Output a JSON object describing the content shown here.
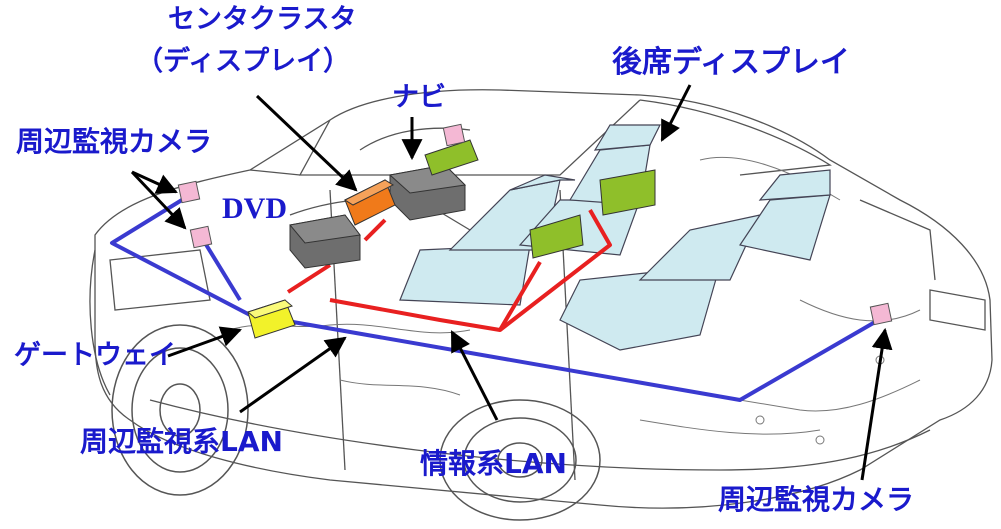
{
  "labels": {
    "center_cluster": "センタクラスタ",
    "center_cluster_sub": "（ディスプレイ）",
    "navi": "ナビ",
    "rear_display": "後席ディスプレイ",
    "camera_front": "周辺監視カメラ",
    "dvd": "DVD",
    "gateway": "ゲートウェイ",
    "surround_lan": "周辺監視系LAN",
    "info_lan": "情報系LAN",
    "camera_rear": "周辺監視カメラ"
  },
  "colors": {
    "label_text": "#1a1acc",
    "surround_lan_line": "#3a3ad0",
    "info_lan_line": "#e82020",
    "camera_box": "#f4b8d4",
    "gateway_box": "#f2f22a",
    "navi_display": "#8fbf2a",
    "center_display": "#f07a1a",
    "unit_gray": "#6e6e6e",
    "seat": "#cfeaf0"
  }
}
